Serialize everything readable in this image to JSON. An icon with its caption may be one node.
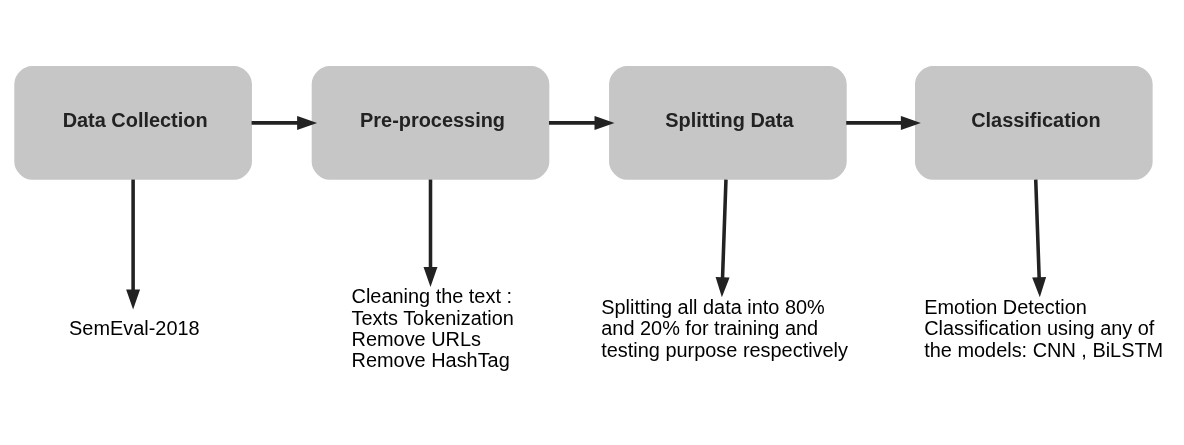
{
  "diagram": {
    "nodes": [
      {
        "text": [
          "Data Collection"
        ]
      },
      {
        "text": [
          "Pre-processing"
        ]
      },
      {
        "text": [
          "Splitting Data"
        ]
      },
      {
        "text": [
          "Classification"
        ]
      },
      {
        "text": [
          "SemEval-2018"
        ]
      },
      {
        "text": [
          "Cleaning the text :",
          "Texts Tokenization",
          "Remove URLs",
          "Remove HashTag"
        ]
      },
      {
        "text": [
          "Splitting all data into 80% and 20% for training and testing purpose respectively"
        ]
      },
      {
        "text": [
          "Emotion Detection Classification using any of the models: CNN , BiLSTM"
        ]
      }
    ],
    "edges": [
      {
        "from": 0,
        "to": 1,
        "arrow": "to"
      },
      {
        "from": 1,
        "to": 2,
        "arrow": "to"
      },
      {
        "from": 2,
        "to": 3,
        "arrow": "to"
      },
      {
        "from": 0,
        "to": 4,
        "arrow": "to"
      },
      {
        "from": 1,
        "to": 5,
        "arrow": "to"
      },
      {
        "from": 2,
        "to": 6,
        "arrow": "to"
      },
      {
        "from": 3,
        "to": 7,
        "arrow": "to"
      }
    ]
  }
}
